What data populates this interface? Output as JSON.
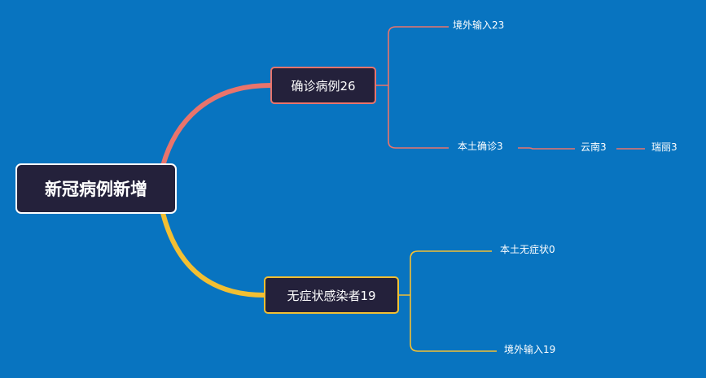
{
  "root": {
    "label": "新冠病例新增"
  },
  "branch_confirmed": {
    "label": "确诊病例26",
    "color": "#e9746c",
    "children": {
      "imported": "境外输入23",
      "local": "本土确诊3",
      "province": "云南3",
      "city": "瑞丽3"
    }
  },
  "branch_asymptomatic": {
    "label": "无症状感染者19",
    "color": "#f2bf32",
    "children": {
      "local": "本土无症状0",
      "imported": "境外输入19"
    }
  },
  "colors": {
    "background": "#0874c0",
    "node_fill": "#24213b",
    "root_border": "#ffffff"
  }
}
